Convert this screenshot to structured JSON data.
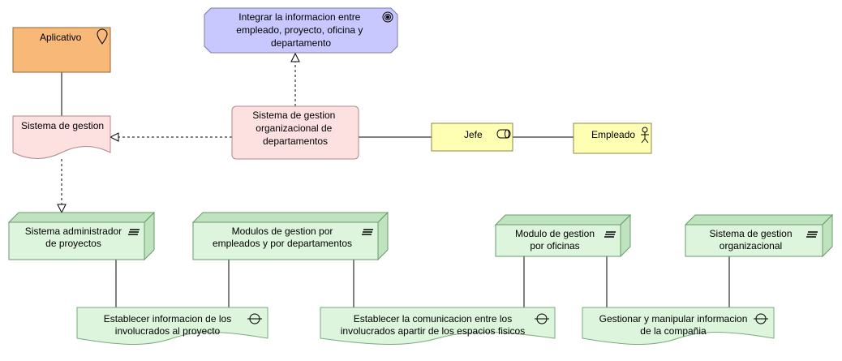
{
  "goal": {
    "lines": [
      "Integrar la informacion entre",
      "empleado, proyecto, oficina y",
      "departamento"
    ],
    "fill": "#c8c8ff",
    "stroke": "#7a7aa8",
    "icon": "goal-icon"
  },
  "location": {
    "label": "Aplicativo",
    "fill": "#f8b878",
    "stroke": "#8a6a3a",
    "icon": "location-pin-icon"
  },
  "representation": {
    "label": "Sistema de gestion",
    "fill": "#fde0e0",
    "stroke": "#b08888"
  },
  "business_object": {
    "lines": [
      "Sistema de gestion",
      "organizacional de",
      "departamentos"
    ],
    "fill": "#fde0e0",
    "stroke": "#b08888"
  },
  "role": {
    "label": "Jefe",
    "fill": "#ffffb4",
    "stroke": "#8a8a4a",
    "icon": "role-icon"
  },
  "actor": {
    "label": "Empleado",
    "fill": "#ffffb4",
    "stroke": "#8a8a4a",
    "icon": "actor-icon"
  },
  "nodes": [
    {
      "lines": [
        "Sistema administrador",
        "de proyectos"
      ],
      "icon": "system-software-icon"
    },
    {
      "lines": [
        "Modulos de gestion por",
        "empleados y por departamentos"
      ],
      "icon": "system-software-icon"
    },
    {
      "lines": [
        "Modulo de gestion",
        "por oficinas"
      ],
      "icon": "system-software-icon"
    },
    {
      "lines": [
        "Sistema de gestion",
        "organizacional"
      ],
      "icon": "system-software-icon"
    }
  ],
  "deliverables": [
    {
      "lines": [
        "Establecer informacion de los",
        "involucrados al proyecto"
      ],
      "icon": "interface-icon"
    },
    {
      "lines": [
        "Establecer la comunicacion entre los",
        "involucrados apartir de los espacios fisicos"
      ],
      "icon": "interface-icon"
    },
    {
      "lines": [
        "Gestionar y manipular informacion",
        "de la compañia"
      ],
      "icon": "interface-icon"
    }
  ],
  "colors": {
    "node_fill": "#dcf5dc",
    "node_side": "#bfe3bf",
    "node_stroke": "#6a9a6a",
    "deliverable_fill": "#dcf5dc",
    "deliverable_stroke": "#7aaa7a",
    "line": "#000000"
  }
}
